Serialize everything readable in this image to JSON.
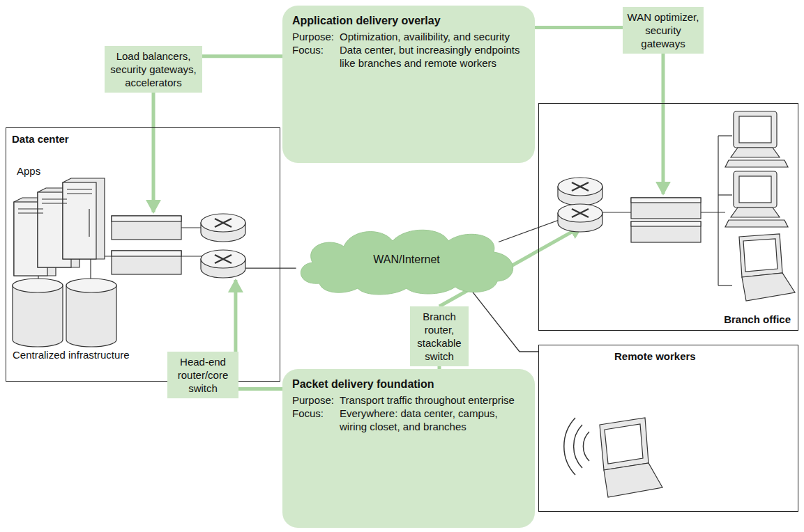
{
  "diagram": {
    "nodes": [
      {
        "text": [
          "Load balancers, security gateways, accelerators"
        ]
      },
      {
        "text": [
          "Application delivery overlay",
          "Purpose:",
          "Optimization, availibility, and security",
          "Focus:",
          "Data center, but increasingly endpoints like branches and remote workers"
        ]
      },
      {
        "text": [
          "WAN optimizer, security gateways"
        ]
      },
      {
        "text": [
          "Data center"
        ]
      },
      {
        "text": [
          "WAN/Internet"
        ]
      },
      {
        "text": [
          "Branch office"
        ]
      },
      {
        "text": [
          "Branch router, stackable switch"
        ]
      },
      {
        "text": [
          "Remote workers"
        ]
      },
      {
        "text": [
          "Head-end router/core switch"
        ]
      },
      {
        "text": [
          "Packet delivery foundation",
          "Purpose:",
          "Transport traffic throughout enterprise",
          "Focus:",
          "Everywhere: data center, campus, wiring closet, and branches"
        ]
      }
    ],
    "edges": [
      {
        "from": 0,
        "to": 1,
        "arrow": "none"
      },
      {
        "from": 1,
        "to": 2,
        "arrow": "none"
      },
      {
        "from": 0,
        "to": 3,
        "arrow": "to"
      },
      {
        "from": 2,
        "to": 5,
        "arrow": "to"
      },
      {
        "from": 8,
        "to": 3,
        "arrow": "to"
      },
      {
        "from": 6,
        "to": 5,
        "arrow": "to"
      },
      {
        "from": 8,
        "to": 9,
        "arrow": "none"
      },
      {
        "from": 6,
        "to": 9,
        "arrow": "none"
      },
      {
        "from": 4,
        "to": 3,
        "arrow": "none"
      },
      {
        "from": 4,
        "to": 5,
        "arrow": "none"
      },
      {
        "from": 4,
        "to": 7,
        "arrow": "none"
      }
    ],
    "labels": [
      "Apps",
      "Centralized infrastructure"
    ]
  }
}
